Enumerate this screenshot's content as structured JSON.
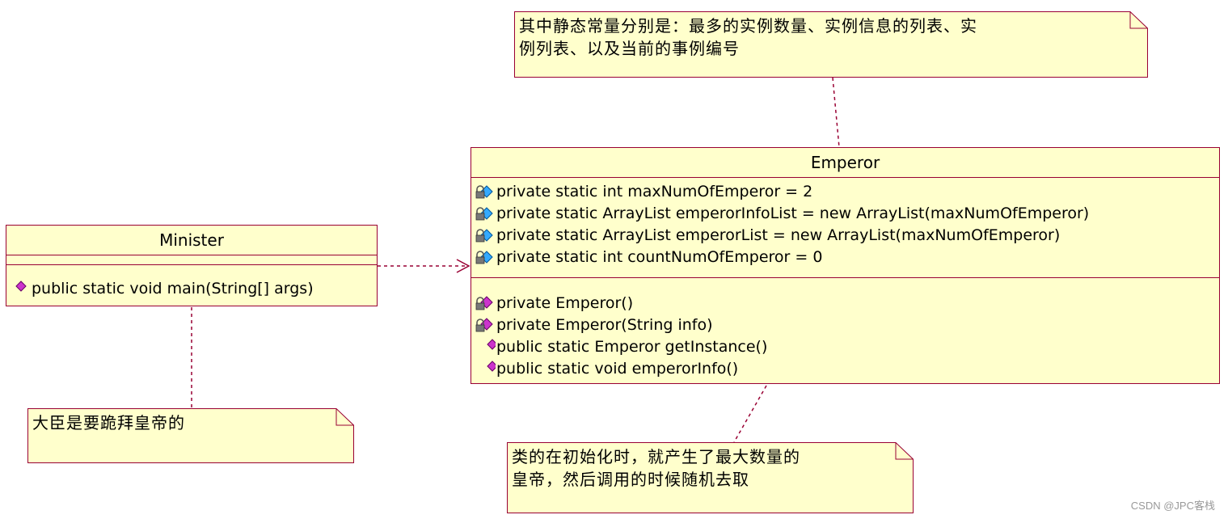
{
  "notes": {
    "top": "其中静态常量分别是：最多的实例数量、实例信息的列表、实\n例列表、以及当前的事例编号",
    "left": "大臣是要跪拜皇帝的",
    "bottom": "类的在初始化时，就产生了最大数量的\n皇帝，然后调用的时候随机去取"
  },
  "minister": {
    "name": "Minister",
    "operations": [
      {
        "text": "public static void main(String[] args)",
        "icon": "public-method-icon"
      }
    ]
  },
  "emperor": {
    "name": "Emperor",
    "attributes": [
      {
        "text": "private static int maxNumOfEmperor = 2",
        "icon": "private-attribute-icon"
      },
      {
        "text": "private static ArrayList emperorInfoList = new ArrayList(maxNumOfEmperor)",
        "icon": "private-attribute-icon"
      },
      {
        "text": "private static ArrayList emperorList = new ArrayList(maxNumOfEmperor)",
        "icon": "private-attribute-icon"
      },
      {
        "text": "private static int countNumOfEmperor = 0",
        "icon": "private-attribute-icon"
      }
    ],
    "operations": [
      {
        "text": "private Emperor()",
        "icon": "private-method-icon"
      },
      {
        "text": "private Emperor(String info)",
        "icon": "private-method-icon"
      },
      {
        "text": "public static Emperor getInstance()",
        "icon": "public-method-icon"
      },
      {
        "text": "public static void emperorInfo()",
        "icon": "public-method-icon"
      }
    ]
  },
  "watermark": "CSDN @JPC客栈",
  "colors": {
    "fill": "#ffffcc",
    "border": "#990033",
    "attribute_icon": "#33aaff",
    "method_icon": "#cc33cc",
    "lock": "#555555"
  }
}
